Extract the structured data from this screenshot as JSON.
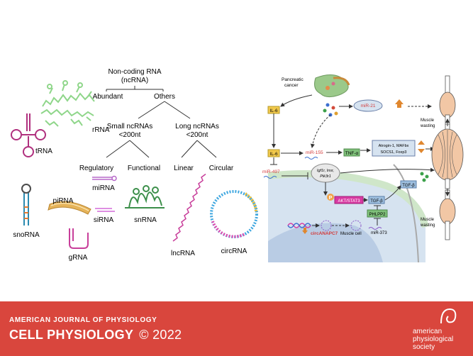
{
  "left_diagram": {
    "root_line1": "Non-coding RNA",
    "root_line2": "(ncRNA)",
    "abundant": "Abundant",
    "others": "Others",
    "rrna": "rRNA",
    "trna": "tRNA",
    "small_line1": "Small ncRNAs",
    "small_line2": "<200nt",
    "long_line1": "Long ncRNAs",
    "long_line2": "<200nt",
    "regulatory": "Regulatory",
    "functional": "Functional",
    "linear": "Linear",
    "circular": "Circular",
    "mirna": "miRNA",
    "pirna": "piRNA",
    "sirna": "siRNA",
    "snrna": "snRNA",
    "snorna": "snoRNA",
    "grna": "gRNA",
    "lncrna": "lncRNA",
    "circrna": "circRNA"
  },
  "right_diagram": {
    "pancreatic_line1": "Pancreatic",
    "pancreatic_line2": "cancer",
    "mir21": "miR-21",
    "il6_top": "IL-6",
    "il6_mid": "IL-6",
    "mir155": "miR-155",
    "tnfa": "TNF-α",
    "atrogin_line1": "Atrogin-1, MAFbx",
    "atrogin_line2": "SOCS1, Foxp3",
    "mir497": "miR-497",
    "igf_line1": "Igf1r, Insr,",
    "igf_line2": "Pik3r1",
    "p_badge": "P",
    "akt": "AKT/STAT3",
    "tgfb_in": "TGF-β",
    "tgfb_out": "TGF-β",
    "phlpp2": "PHLPP2",
    "mir373": "miR-373",
    "circanapc7": "circANAPC7",
    "muscle_cell": "Muscle cell",
    "wasting_top_line1": "Muscle",
    "wasting_top_line2": "wasting",
    "wasting_bot_line1": "Muscle",
    "wasting_bot_line2": "wasting"
  },
  "footer": {
    "journal_top": "AMERICAN JOURNAL OF PHYSIOLOGY",
    "journal_main": "CELL PHYSIOLOGY",
    "copyright": "© 2022",
    "society_line1": "american",
    "society_line2": "physiological",
    "society_line3": "society"
  },
  "colors": {
    "footer_bg": "#d9463d",
    "rrna_green": "#8fd68a",
    "trna_magenta": "#b0307e",
    "mirna_purple": "#b768c9",
    "pirna_orange": "#e0a84a",
    "sirna_pink": "#d36ad8",
    "snrna_green": "#3c8f4a",
    "grna_magenta": "#c83e9a",
    "lncrna_magenta": "#c83e9a",
    "cell_blue": "#d6e3f0",
    "cell_green": "#cfe6c9",
    "tnf_green": "#7fc07a",
    "akt_magenta": "#d83aa2",
    "mir_red": "#d33a3a"
  }
}
